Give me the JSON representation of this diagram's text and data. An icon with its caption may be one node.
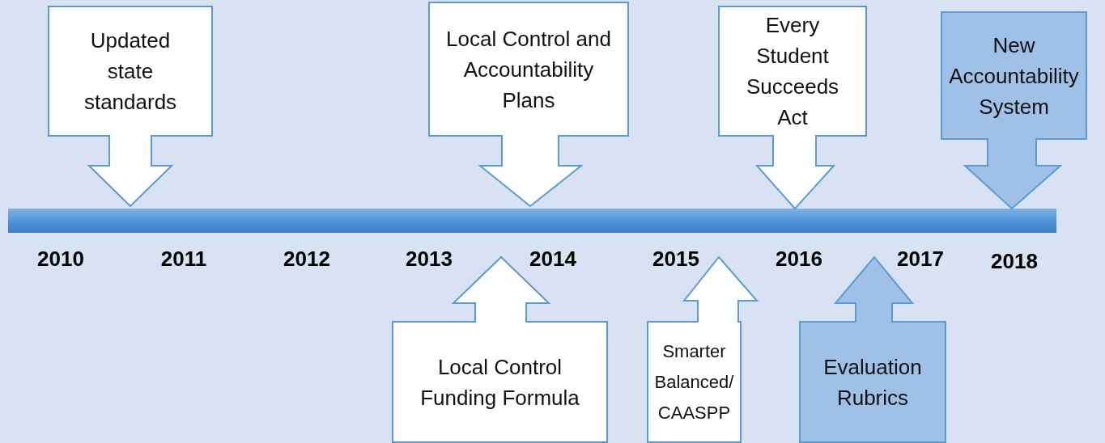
{
  "diagram": {
    "nodes": [
      {
        "text": [
          "Updated state standards"
        ]
      },
      {
        "text": [
          "Local Control Funding Formula"
        ]
      },
      {
        "text": [
          "Local Control and Accountability Plans"
        ]
      },
      {
        "text": [
          "Smarter Balanced/ CAASPP"
        ]
      },
      {
        "text": [
          "Every Student Succeeds Act"
        ]
      },
      {
        "text": [
          "Evaluation Rubrics"
        ]
      },
      {
        "text": [
          "New Accountability System"
        ]
      },
      {
        "text": [],
        "shape": "bar"
      }
    ],
    "labels": [
      "2010",
      "2011",
      "2012",
      "2013",
      "2014",
      "2015",
      "2016",
      "2017",
      "2018"
    ]
  }
}
